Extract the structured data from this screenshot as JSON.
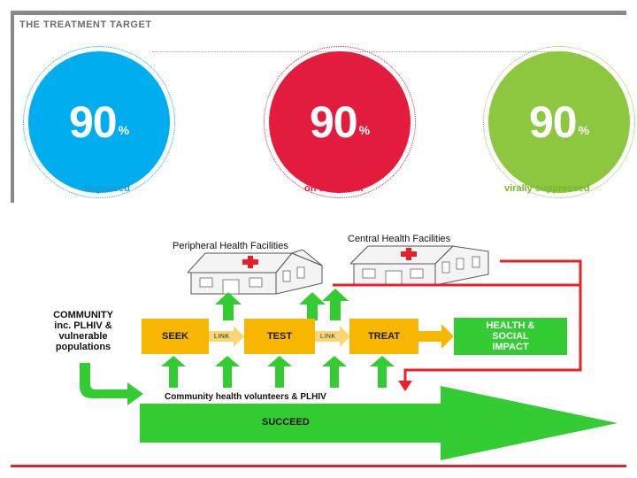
{
  "top": {
    "title": "THE TREATMENT TARGET",
    "targets": [
      {
        "value": "90",
        "unit": "%",
        "caption": "diagnosed",
        "color": "#00adef"
      },
      {
        "value": "90",
        "unit": "%",
        "caption": "on treatment",
        "color": "#e31c3d"
      },
      {
        "value": "90",
        "unit": "%",
        "caption": "virally suppressed",
        "color": "#8dc63f"
      }
    ]
  },
  "diagram": {
    "peripheral_label": "Peripheral Health Facilities",
    "central_label": "Central Health Facilities",
    "community_label": "COMMUNITY inc. PLHIV & vulnerable populations",
    "community_lines": [
      "COMMUNITY",
      "inc. PLHIV &",
      "vulnerable",
      "populations"
    ],
    "steps": [
      "SEEK",
      "TEST",
      "TREAT"
    ],
    "link_label": "LINK",
    "outcome_lines": [
      "HEALTH &",
      "SOCIAL",
      "IMPACT"
    ],
    "volunteers_label": "Community health volunteers  & PLHIV",
    "succeed_label": "SUCCEED",
    "colors": {
      "step": "#f7b600",
      "green": "#33cc33",
      "red": "#e8202a",
      "cross": "#e8202a"
    }
  }
}
